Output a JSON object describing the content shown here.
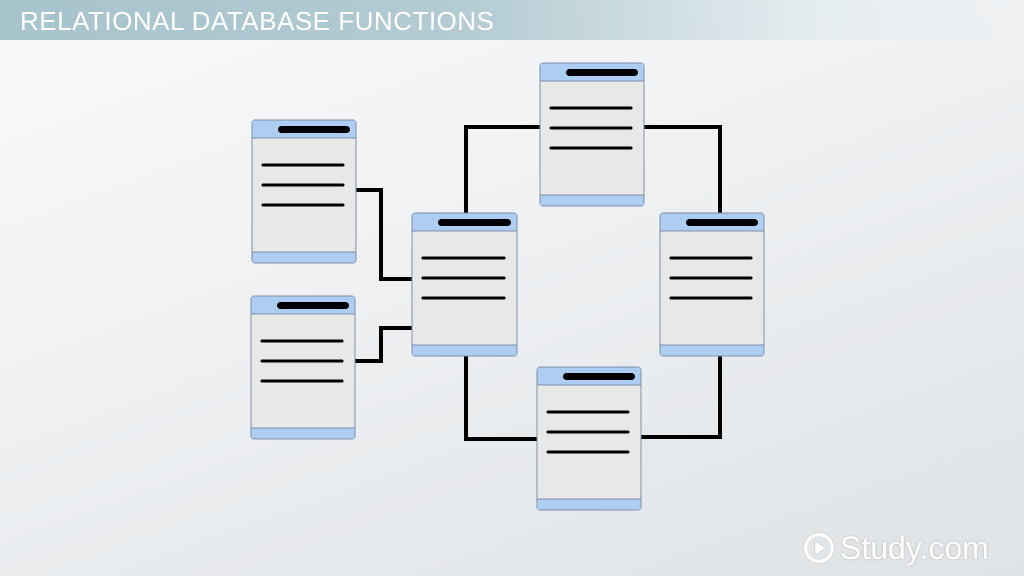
{
  "slide": {
    "title": "RELATIONAL DATABASE FUNCTIONS"
  },
  "logo": {
    "text": "Study.com",
    "icon": "play-circle-icon"
  },
  "diagram": {
    "tables": [
      {
        "id": "table-left-top",
        "rows": 3
      },
      {
        "id": "table-left-bottom",
        "rows": 3
      },
      {
        "id": "table-center",
        "rows": 3
      },
      {
        "id": "table-top",
        "rows": 3
      },
      {
        "id": "table-right",
        "rows": 3
      },
      {
        "id": "table-bottom",
        "rows": 3
      }
    ],
    "connections": [
      [
        "table-left-top",
        "table-center"
      ],
      [
        "table-left-bottom",
        "table-center"
      ],
      [
        "table-center",
        "table-top"
      ],
      [
        "table-top",
        "table-right"
      ],
      [
        "table-center",
        "table-bottom"
      ],
      [
        "table-bottom",
        "table-right"
      ]
    ],
    "colors": {
      "header": "#aecdf2",
      "body": "#e8e8e8",
      "border": "#7f8fa6",
      "line": "#000000"
    }
  }
}
